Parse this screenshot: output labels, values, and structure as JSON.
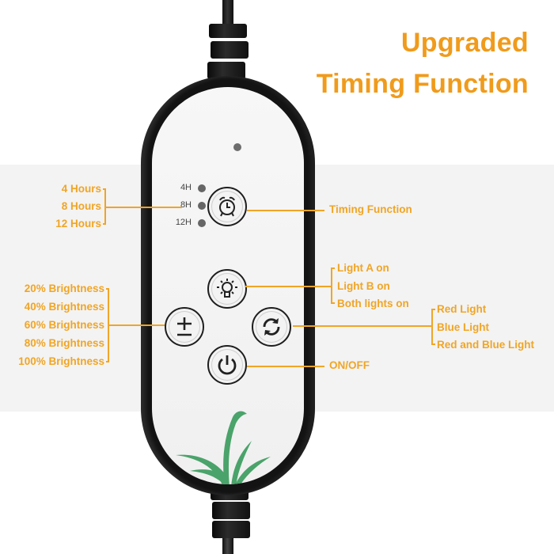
{
  "headline": {
    "line1": "Upgraded",
    "line2": "Timing Function",
    "color": "#f09b1c"
  },
  "remote": {
    "timer_indicators": [
      {
        "label": "4H"
      },
      {
        "label": "8H"
      },
      {
        "label": "12H"
      }
    ],
    "buttons": [
      {
        "id": "timer",
        "icon": "alarm-clock-icon"
      },
      {
        "id": "light-mode",
        "icon": "light-bulb-icon"
      },
      {
        "id": "brightness",
        "icon": "plus-minus-icon"
      },
      {
        "id": "color",
        "icon": "refresh-cycle-icon"
      },
      {
        "id": "power",
        "icon": "power-icon"
      }
    ],
    "decoration": "plant-icon"
  },
  "annotations": {
    "timer_options": [
      "4 Hours",
      "8 Hours",
      "12 Hours"
    ],
    "timer_button": "Timing Function",
    "light_mode_options": [
      "Light A on",
      "Light B on",
      "Both lights on"
    ],
    "brightness_options": [
      "20% Brightness",
      "40% Brightness",
      "60% Brightness",
      "80% Brightness",
      "100% Brightness"
    ],
    "color_options": [
      "Red Light",
      "Blue Light",
      "Red and Blue Light"
    ],
    "power_button": "ON/OFF",
    "accent_color": "#f0a526"
  }
}
